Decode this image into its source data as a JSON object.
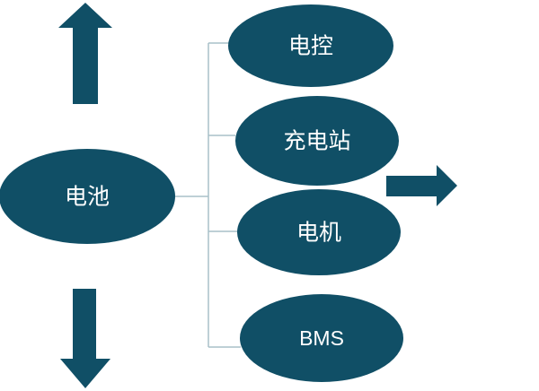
{
  "diagram": {
    "root": {
      "label": "电池"
    },
    "children": [
      {
        "label": "电控"
      },
      {
        "label": "充电站"
      },
      {
        "label": "电机"
      },
      {
        "label": "BMS"
      }
    ]
  },
  "colors": {
    "node_fill": "#104f66",
    "node_text": "#ffffff",
    "connector": "#a9c0c9",
    "background": "#ffffff"
  },
  "icons": {
    "up": "arrow-up-icon",
    "down": "arrow-down-icon",
    "right": "arrow-right-icon"
  }
}
